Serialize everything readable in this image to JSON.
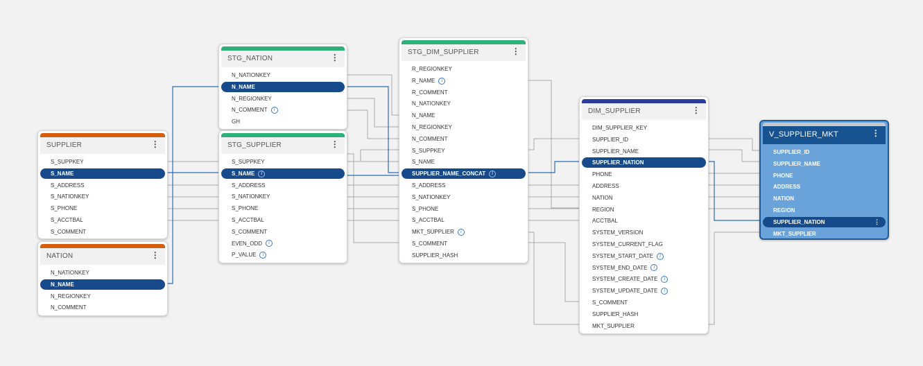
{
  "colors": {
    "source_bar": "#d35d0a",
    "staging_bar": "#2eb07a",
    "dim_bar": "#2a3d9e",
    "view_bar": "#c9c9c9",
    "selected_row": "#174a8b",
    "link_selected": "#2a6cb8",
    "link_normal": "#a9a9a9"
  },
  "menu_icon": "⋮",
  "info_icon": "i",
  "tables": {
    "supplier": {
      "title": "SUPPLIER",
      "columns": [
        {
          "name": "S_SUPPKEY"
        },
        {
          "name": "S_NAME",
          "selected": true
        },
        {
          "name": "S_ADDRESS"
        },
        {
          "name": "S_NATIONKEY"
        },
        {
          "name": "S_PHONE"
        },
        {
          "name": "S_ACCTBAL"
        },
        {
          "name": "S_COMMENT"
        }
      ]
    },
    "nation": {
      "title": "NATION",
      "columns": [
        {
          "name": "N_NATIONKEY"
        },
        {
          "name": "N_NAME",
          "selected": true
        },
        {
          "name": "N_REGIONKEY"
        },
        {
          "name": "N_COMMENT"
        }
      ]
    },
    "stg_nation": {
      "title": "STG_NATION",
      "columns": [
        {
          "name": "N_NATIONKEY"
        },
        {
          "name": "N_NAME",
          "selected": true
        },
        {
          "name": "N_REGIONKEY"
        },
        {
          "name": "N_COMMENT",
          "info": true
        },
        {
          "name": "GH"
        }
      ]
    },
    "stg_supplier": {
      "title": "STG_SUPPLIER",
      "columns": [
        {
          "name": "S_SUPPKEY"
        },
        {
          "name": "S_NAME",
          "selected": true,
          "info": true
        },
        {
          "name": "S_ADDRESS"
        },
        {
          "name": "S_NATIONKEY"
        },
        {
          "name": "S_PHONE"
        },
        {
          "name": "S_ACCTBAL"
        },
        {
          "name": "S_COMMENT"
        },
        {
          "name": "EVEN_ODD",
          "info": true
        },
        {
          "name": "P_VALUE",
          "info": true
        }
      ]
    },
    "stg_dim_supplier": {
      "title": "STG_DIM_SUPPLIER",
      "columns": [
        {
          "name": "R_REGIONKEY"
        },
        {
          "name": "R_NAME",
          "info": true
        },
        {
          "name": "R_COMMENT"
        },
        {
          "name": "N_NATIONKEY"
        },
        {
          "name": "N_NAME"
        },
        {
          "name": "N_REGIONKEY"
        },
        {
          "name": "N_COMMENT"
        },
        {
          "name": "S_SUPPKEY"
        },
        {
          "name": "S_NAME"
        },
        {
          "name": "SUPPLIER_NAME_CONCAT",
          "selected": true,
          "info": true
        },
        {
          "name": "S_ADDRESS"
        },
        {
          "name": "S_NATIONKEY"
        },
        {
          "name": "S_PHONE"
        },
        {
          "name": "S_ACCTBAL"
        },
        {
          "name": "MKT_SUPPLIER",
          "info": true
        },
        {
          "name": "S_COMMENT"
        },
        {
          "name": "SUPPLIER_HASH"
        }
      ]
    },
    "dim_supplier": {
      "title": "DIM_SUPPLIER",
      "columns": [
        {
          "name": "DIM_SUPPLIER_KEY"
        },
        {
          "name": "SUPPLIER_ID"
        },
        {
          "name": "SUPPLIER_NAME"
        },
        {
          "name": "SUPPLIER_NATION",
          "selected": true
        },
        {
          "name": "PHONE"
        },
        {
          "name": "ADDRESS"
        },
        {
          "name": "NATION"
        },
        {
          "name": "REGION"
        },
        {
          "name": "ACCTBAL"
        },
        {
          "name": "SYSTEM_VERSION"
        },
        {
          "name": "SYSTEM_CURRENT_FLAG"
        },
        {
          "name": "SYSTEM_START_DATE",
          "info": true
        },
        {
          "name": "SYSTEM_END_DATE",
          "info": true
        },
        {
          "name": "SYSTEM_CREATE_DATE",
          "info": true
        },
        {
          "name": "SYSTEM_UPDATE_DATE",
          "info": true
        },
        {
          "name": "S_COMMENT"
        },
        {
          "name": "SUPPLIER_HASH"
        },
        {
          "name": "MKT_SUPPLIER"
        }
      ]
    },
    "v_supplier_mkt": {
      "title": "V_SUPPLIER_MKT",
      "columns": [
        {
          "name": "SUPPLIER_ID"
        },
        {
          "name": "SUPPLIER_NAME"
        },
        {
          "name": "PHONE"
        },
        {
          "name": "ADDRESS"
        },
        {
          "name": "NATION"
        },
        {
          "name": "REGION"
        },
        {
          "name": "SUPPLIER_NATION",
          "selected": true,
          "menu": true
        },
        {
          "name": "MKT_SUPPLIER"
        }
      ]
    }
  }
}
